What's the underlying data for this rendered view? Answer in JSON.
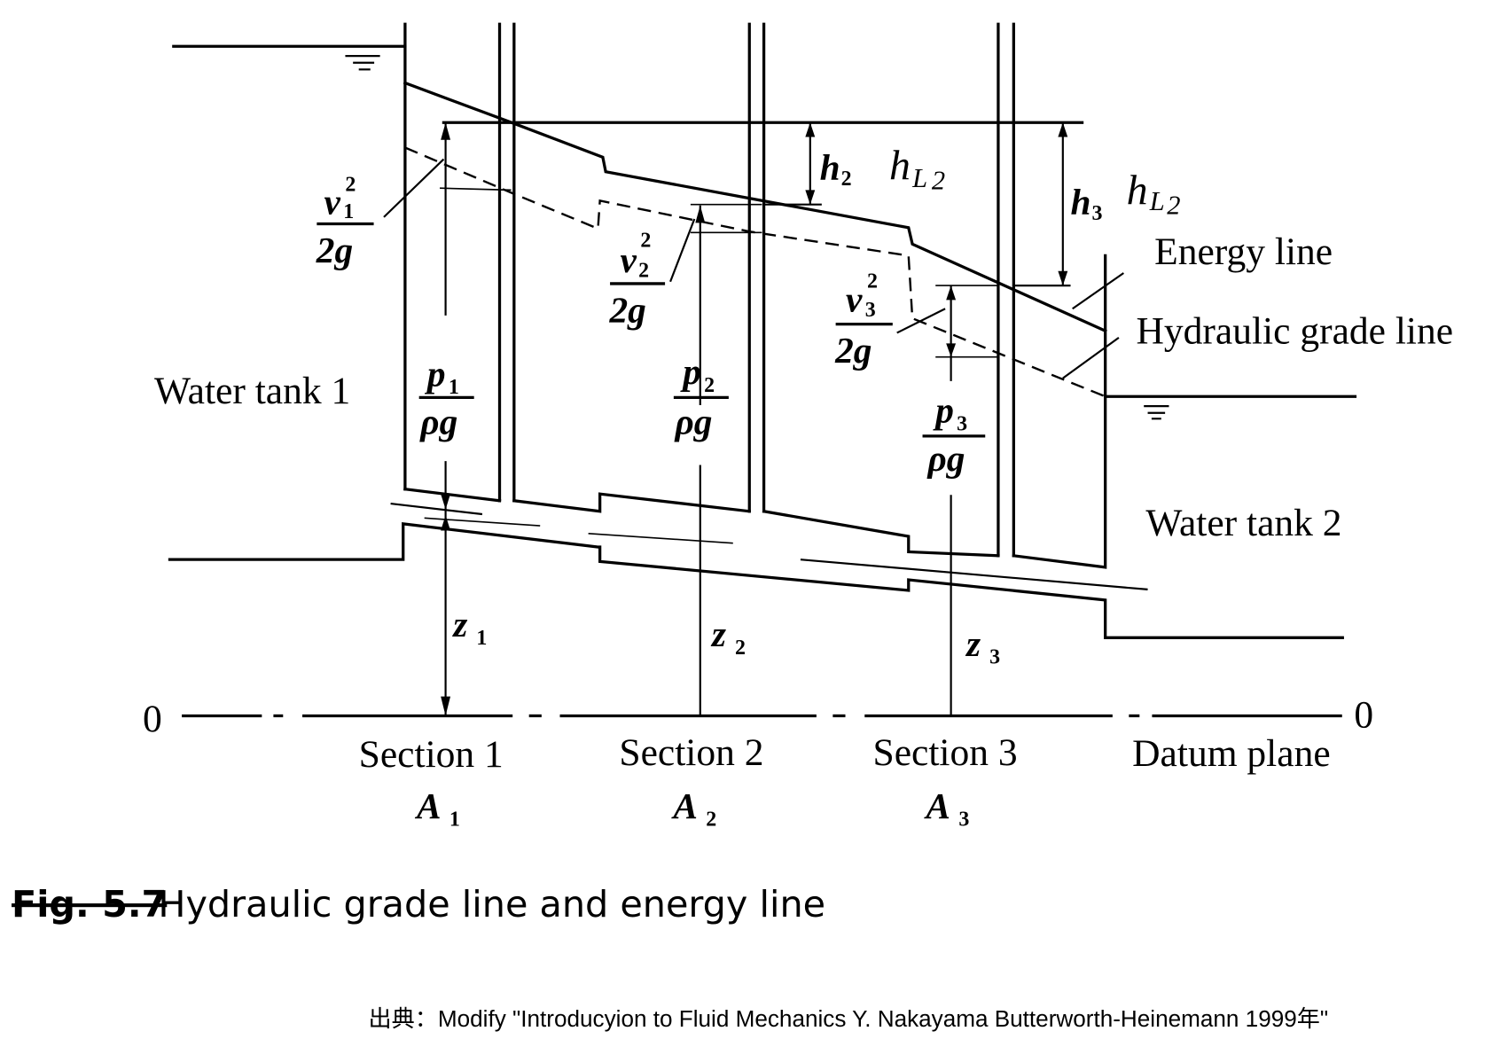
{
  "figure": {
    "caption_number": "Fig. 5.7",
    "caption_text": "Hydraulic grade line and energy line",
    "source": "出典：Modify \"Introducyion to Fluid Mechanics   Y. Nakayama  Butterworth-Heinemann 1999年\""
  },
  "labels": {
    "water_tank_1": "Water tank 1",
    "water_tank_2": "Water tank 2",
    "energy_line": "Energy line",
    "hydraulic_grade_line": "Hydraulic grade line",
    "datum_plane": "Datum plane",
    "datum_left": "0",
    "datum_right": "0"
  },
  "sections": [
    {
      "name": "Section 1",
      "area": "A",
      "area_sub": "1",
      "p": "p",
      "p_sub": "1",
      "rho_g": "ρg",
      "v": "v",
      "v_sub": "1",
      "v_sup": "2",
      "two_g": "2g",
      "z": "z",
      "z_sub": "1"
    },
    {
      "name": "Section 2",
      "area": "A",
      "area_sub": "2",
      "p": "p",
      "p_sub": "2",
      "rho_g": "ρg",
      "v": "v",
      "v_sub": "2",
      "v_sup": "2",
      "two_g": "2g",
      "z": "z",
      "z_sub": "2"
    },
    {
      "name": "Section 3",
      "area": "A",
      "area_sub": "3",
      "p": "p",
      "p_sub": "3",
      "rho_g": "ρg",
      "v": "v",
      "v_sub": "3",
      "v_sup": "2",
      "two_g": "2g",
      "z": "z",
      "z_sub": "3"
    }
  ],
  "head_losses": [
    {
      "h": "h",
      "h_sub": "2",
      "hl": "h",
      "hl_sub": "L",
      "hl_sub2": "2"
    },
    {
      "h": "h",
      "h_sub": "3",
      "hl": "h",
      "hl_sub": "L",
      "hl_sub2": "2"
    }
  ]
}
